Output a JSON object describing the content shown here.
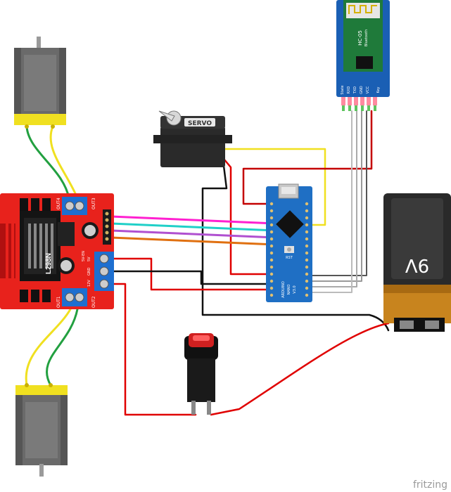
{
  "servo": {
    "label": "SERVO"
  },
  "bluetooth": {
    "title": "HC-05",
    "subtitle": "Bluetooth",
    "pins": [
      "State",
      "RXD",
      "TXD",
      "GND",
      "VCC",
      "Key"
    ]
  },
  "driver": {
    "model": "L298N",
    "out4": "OUT4",
    "out3": "OUT3",
    "out1": "OUT1",
    "out2": "OUT2",
    "v12": "12V",
    "gnd": "GND",
    "v5": "5V",
    "en5v": "5V-EN"
  },
  "arduino": {
    "name": "ARDUINO",
    "model": "NANO",
    "version": "V3.0",
    "rst": "RST"
  },
  "battery": {
    "label": "9V"
  },
  "watermark": "fritzing",
  "colors": {
    "red": "#e00000",
    "black": "#111111",
    "yellow": "#f0e020",
    "green": "#22a040",
    "magenta": "#ff20d0",
    "cyan": "#20d0c8",
    "purple": "#b050d0",
    "orange": "#e07010",
    "gray": "#9a9a9a",
    "board_red": "#e8221c",
    "nano_blue": "#1f6fc4",
    "bt_blue": "#1a5fb4",
    "terminal_blue": "#1e6fd0"
  }
}
